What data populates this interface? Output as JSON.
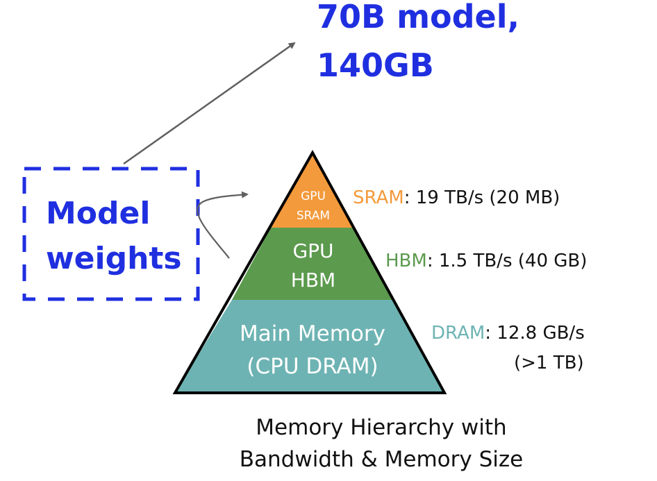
{
  "headline": {
    "line1": "70B model,",
    "line2": "140GB"
  },
  "weights_box": {
    "line1": "Model",
    "line2": "weights"
  },
  "pyramid": {
    "tiers": [
      {
        "id": "sram",
        "lines": [
          "GPU",
          "SRAM"
        ],
        "color": "#f39a3c"
      },
      {
        "id": "hbm",
        "lines": [
          "GPU",
          "HBM"
        ],
        "color": "#5c9a4e"
      },
      {
        "id": "dram",
        "lines": [
          "Main Memory",
          "(CPU DRAM)"
        ],
        "color": "#6eb3b3"
      }
    ],
    "outline_color": "#000000"
  },
  "annotations": {
    "sram": {
      "name": "SRAM",
      "detail": ": 19 TB/s (20 MB)",
      "color": "#f39a3c"
    },
    "hbm": {
      "name": "HBM",
      "detail": ": 1.5 TB/s (40 GB)",
      "color": "#5c9a4e"
    },
    "dram": {
      "name": "DRAM",
      "detail": ": 12.8 GB/s",
      "detail2": "(>1 TB)",
      "color": "#6eb3b3"
    }
  },
  "caption": {
    "line1": "Memory Hierarchy with",
    "line2": "Bandwidth & Memory Size"
  },
  "colors": {
    "accent_blue": "#1f2fe0",
    "arrow_gray": "#5f5f5f"
  }
}
